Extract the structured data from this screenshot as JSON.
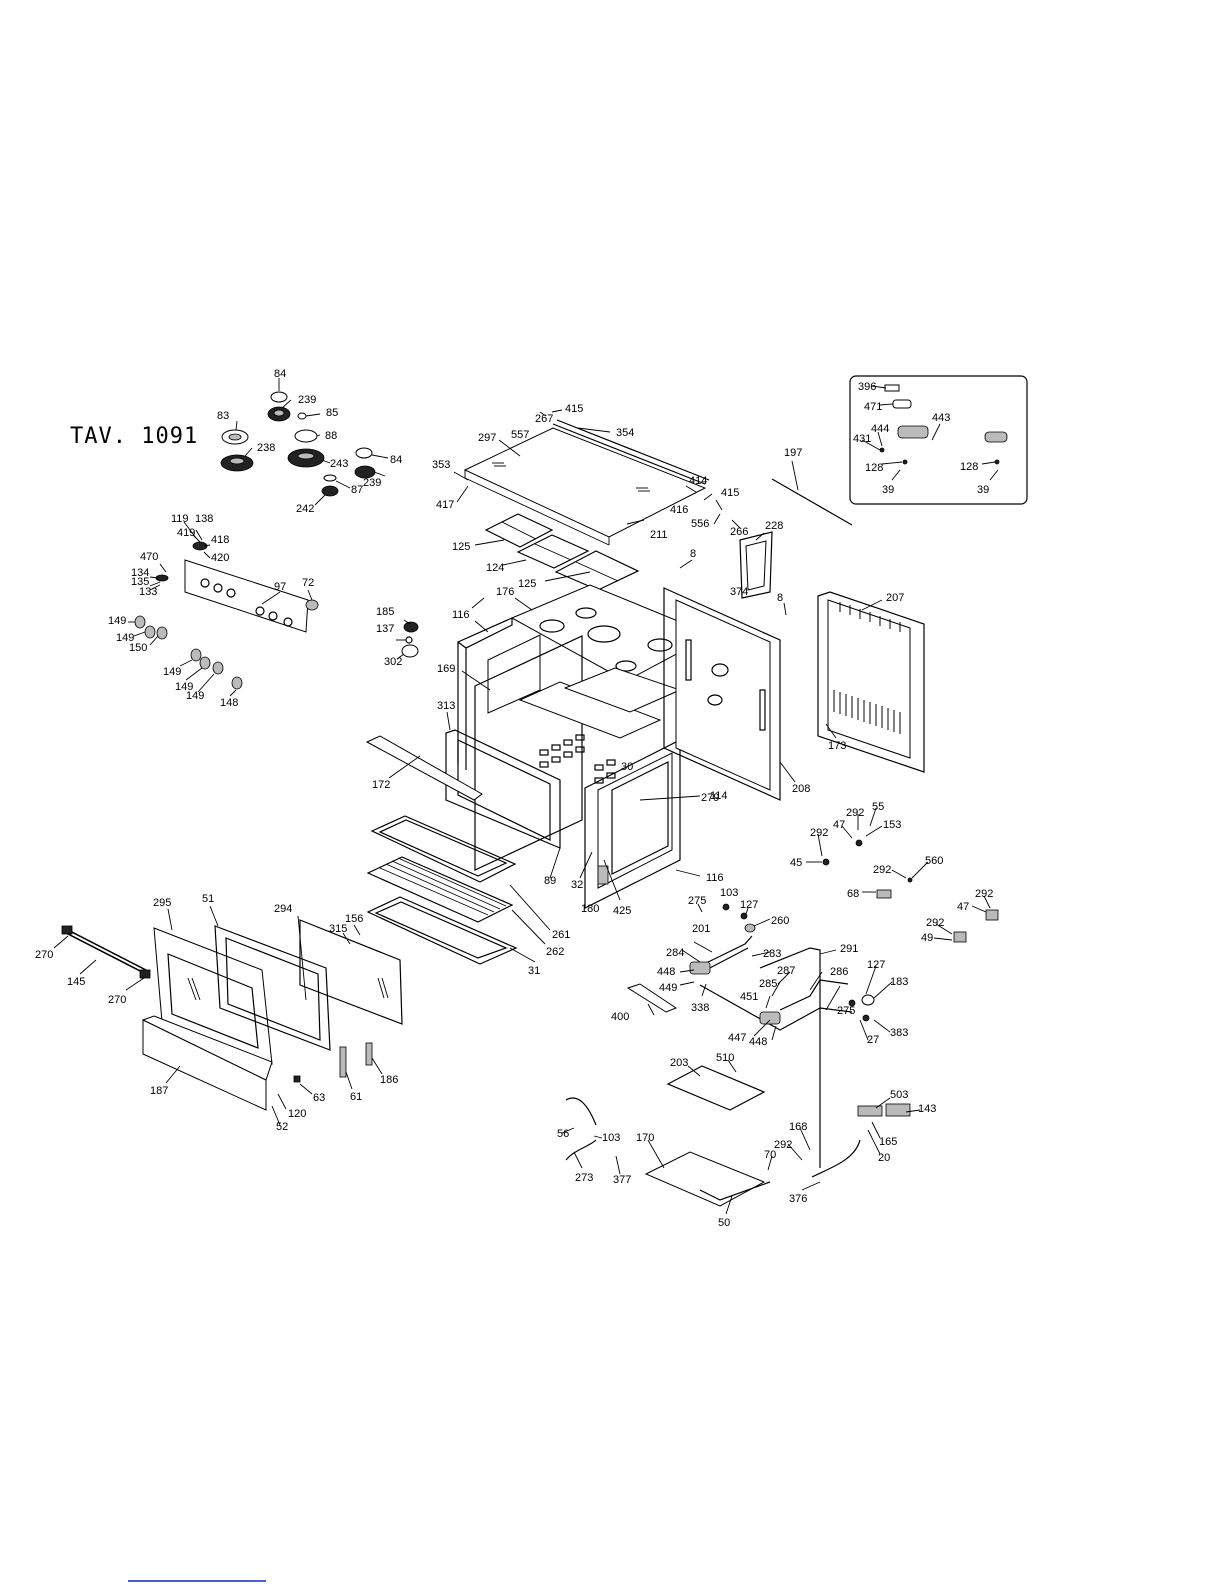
{
  "title": "TAV. 1091",
  "colors": {
    "ink": "#000000",
    "background": "#ffffff",
    "link": "#4a5fd4"
  },
  "labels": [
    "84",
    "239",
    "83",
    "85",
    "88",
    "238",
    "243",
    "84",
    "239",
    "87",
    "242",
    "267",
    "415",
    "557",
    "297",
    "354",
    "353",
    "417",
    "414",
    "416",
    "415",
    "556",
    "266",
    "211",
    "125",
    "124",
    "125",
    "176",
    "8",
    "228",
    "374",
    "8",
    "197",
    "396",
    "471",
    "443",
    "431",
    "444",
    "128",
    "39",
    "128",
    "39",
    "119",
    "138",
    "419",
    "418",
    "420",
    "470",
    "134",
    "135",
    "133",
    "97",
    "72",
    "149",
    "149",
    "150",
    "149",
    "149",
    "149",
    "148",
    "185",
    "137",
    "302",
    "116",
    "169",
    "313",
    "172",
    "30",
    "279",
    "114",
    "208",
    "207",
    "173",
    "89",
    "32",
    "180",
    "425",
    "116",
    "261",
    "262",
    "31",
    "295",
    "51",
    "294",
    "156",
    "315",
    "270",
    "145",
    "270",
    "187",
    "120",
    "52",
    "63",
    "61",
    "186",
    "275",
    "103",
    "127",
    "260",
    "201",
    "284",
    "283",
    "291",
    "448",
    "449",
    "338",
    "287",
    "285",
    "286",
    "275",
    "127",
    "183",
    "451",
    "447",
    "448",
    "27",
    "383",
    "400",
    "292",
    "55",
    "47",
    "153",
    "292",
    "45",
    "292",
    "560",
    "68",
    "292",
    "47",
    "292",
    "49",
    "203",
    "510",
    "56",
    "103",
    "273",
    "377",
    "170",
    "168",
    "292",
    "70",
    "50",
    "503",
    "143",
    "165",
    "20",
    "376"
  ]
}
